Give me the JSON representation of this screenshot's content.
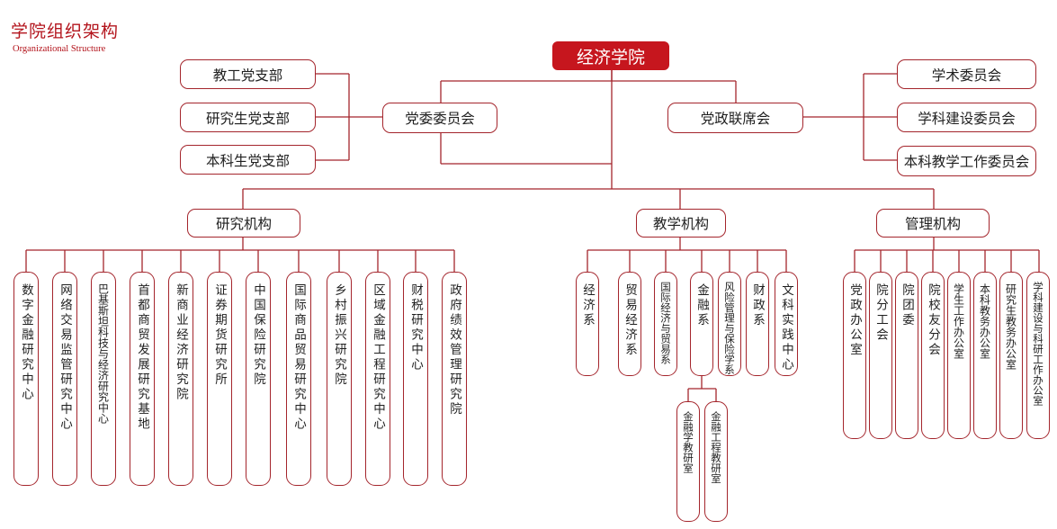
{
  "header": {
    "title": "学院组织架构",
    "subtitle": "Organizational Structure"
  },
  "root": "经济学院",
  "party_committee": {
    "label": "党委委员会",
    "branches": [
      "教工党支部",
      "研究生党支部",
      "本科生党支部"
    ]
  },
  "joint_meeting": {
    "label": "党政联席会",
    "committees": [
      "学术委员会",
      "学科建设委员会",
      "本科教学工作委员会"
    ]
  },
  "research": {
    "label": "研究机构",
    "items": [
      "数字金融研究中心",
      "网络交易监管研究中心",
      "巴基斯坦科技与经济研究中心",
      "首都商贸发展研究基地",
      "新商业经济研究院",
      "证券期货研究所",
      "中国保险研究院",
      "国际商品贸易研究中心",
      "乡村振兴研究院",
      "区域金融工程研究中心",
      "财税研究中心",
      "政府绩效管理研究院"
    ]
  },
  "teaching": {
    "label": "教学机构",
    "items": [
      "经济系",
      "贸易经济系",
      "国际经济与贸易系",
      "金融系",
      "风险管理与保险学系",
      "财政系",
      "文科实践中心"
    ],
    "finance_sub": [
      "金融学教研室",
      "金融工程教研室"
    ]
  },
  "management": {
    "label": "管理机构",
    "items": [
      "党政办公室",
      "院分工会",
      "院团委",
      "院校友分会",
      "学生工作办公室",
      "本科教务办公室",
      "研究生教务办公室",
      "学科建设与科研工作办公室"
    ]
  }
}
